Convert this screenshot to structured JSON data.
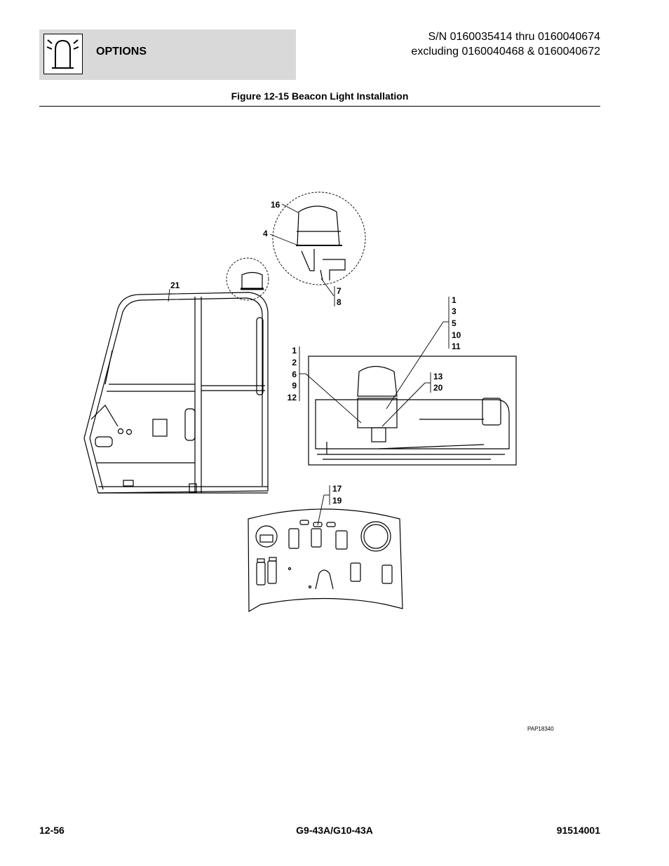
{
  "header": {
    "section_label": "OPTIONS",
    "icon": "beacon-light-icon",
    "serial_line1": "S/N 0160035414 thru 0160040674",
    "serial_line2": "excluding 0160040468 & 0160040672"
  },
  "figure": {
    "title": "Figure 12-15 Beacon Light Installation",
    "drawing_id": "PAP18340",
    "callouts": {
      "c16": "16",
      "c4": "4",
      "c21": "21",
      "c7": "7",
      "c8": "8",
      "group_right": [
        "1",
        "3",
        "5",
        "10",
        "11"
      ],
      "group_left": [
        "1",
        "2",
        "6",
        "9",
        "12"
      ],
      "c13": "13",
      "c20": "20",
      "c17": "17",
      "c19": "19"
    }
  },
  "footer": {
    "page_number": "12-56",
    "model": "G9-43A/G10-43A",
    "doc_number": "91514001"
  }
}
